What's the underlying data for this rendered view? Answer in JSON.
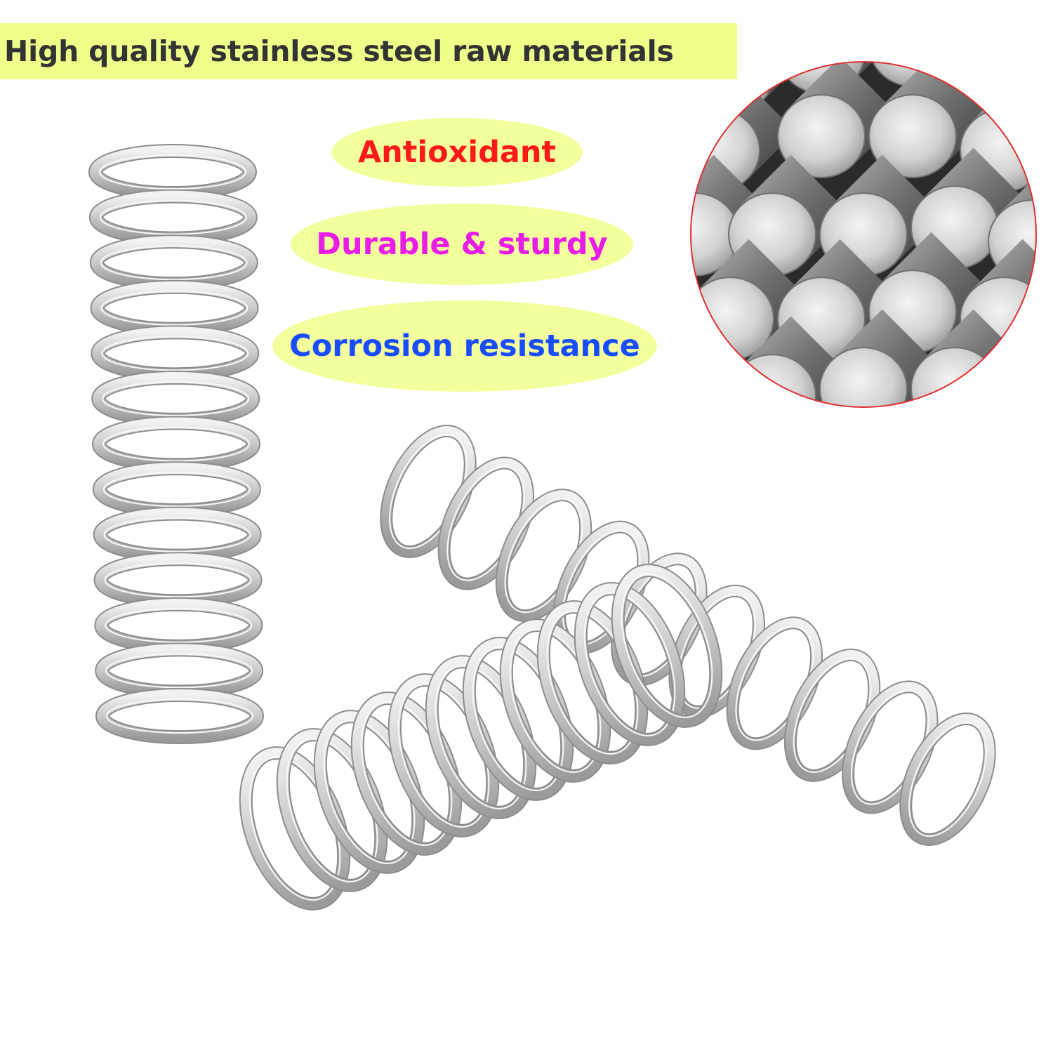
{
  "headline": {
    "text": "High quality stainless steel raw materials",
    "background": "#efff8a",
    "color": "#333333"
  },
  "features": [
    {
      "label": "Antioxidant",
      "color": "#ff1a1a"
    },
    {
      "label": "Durable & sturdy",
      "color": "#e81ee8"
    },
    {
      "label": "Corrosion resistance",
      "color": "#1a4cff"
    }
  ],
  "pill_background": "#f3ff9c",
  "material_photo": {
    "icon": "steel-rods-photo",
    "border_color": "#e03030"
  },
  "product": {
    "icon": "compression-spring",
    "count": 3
  }
}
